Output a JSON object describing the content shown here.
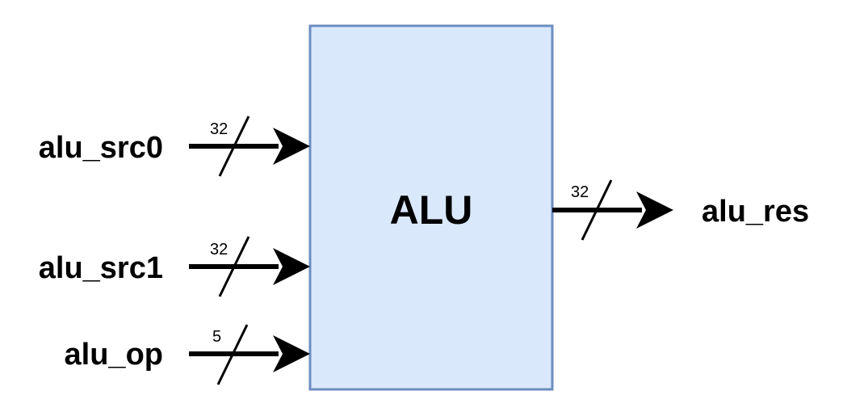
{
  "block": {
    "label": "ALU",
    "fill_color": "#dae8fc",
    "stroke_color": "#6c8ebf"
  },
  "inputs": [
    {
      "name": "alu_src0",
      "width": "32"
    },
    {
      "name": "alu_src1",
      "width": "32"
    },
    {
      "name": "alu_op",
      "width": "5"
    }
  ],
  "outputs": [
    {
      "name": "alu_res",
      "width": "32"
    }
  ]
}
